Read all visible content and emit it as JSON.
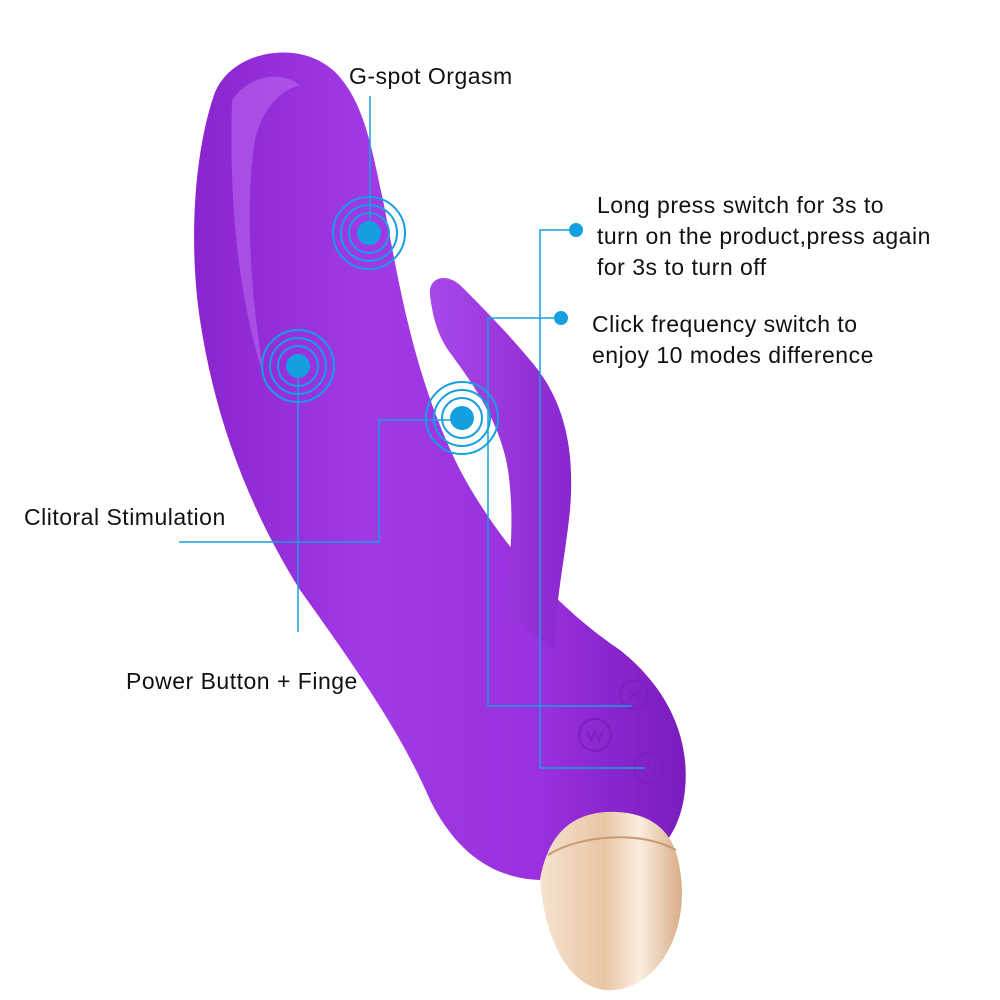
{
  "labels": {
    "gspot": "G-spot Orgasm",
    "clitoral": "Clitoral Stimulation",
    "power": "Power Button + Finge",
    "long_press": [
      "Long press switch for 3s to",
      "turn on the product,press again",
      "for 3s to turn off"
    ],
    "frequency": [
      "Click frequency switch to",
      "enjoy 10 modes difference"
    ]
  },
  "colors": {
    "body_purple": "#9b2fe0",
    "body_shadow": "#6f1aae",
    "body_highlight": "#bc63f2",
    "callout_blue": "#14a0e0",
    "tip_gold": "#e8c9a8"
  },
  "icons": {
    "vibration_marker": "concentric-rings-icon",
    "callout_dot": "dot-icon",
    "buttons": [
      "mode-button-icon",
      "vibration-button-icon",
      "power-button-icon"
    ]
  }
}
